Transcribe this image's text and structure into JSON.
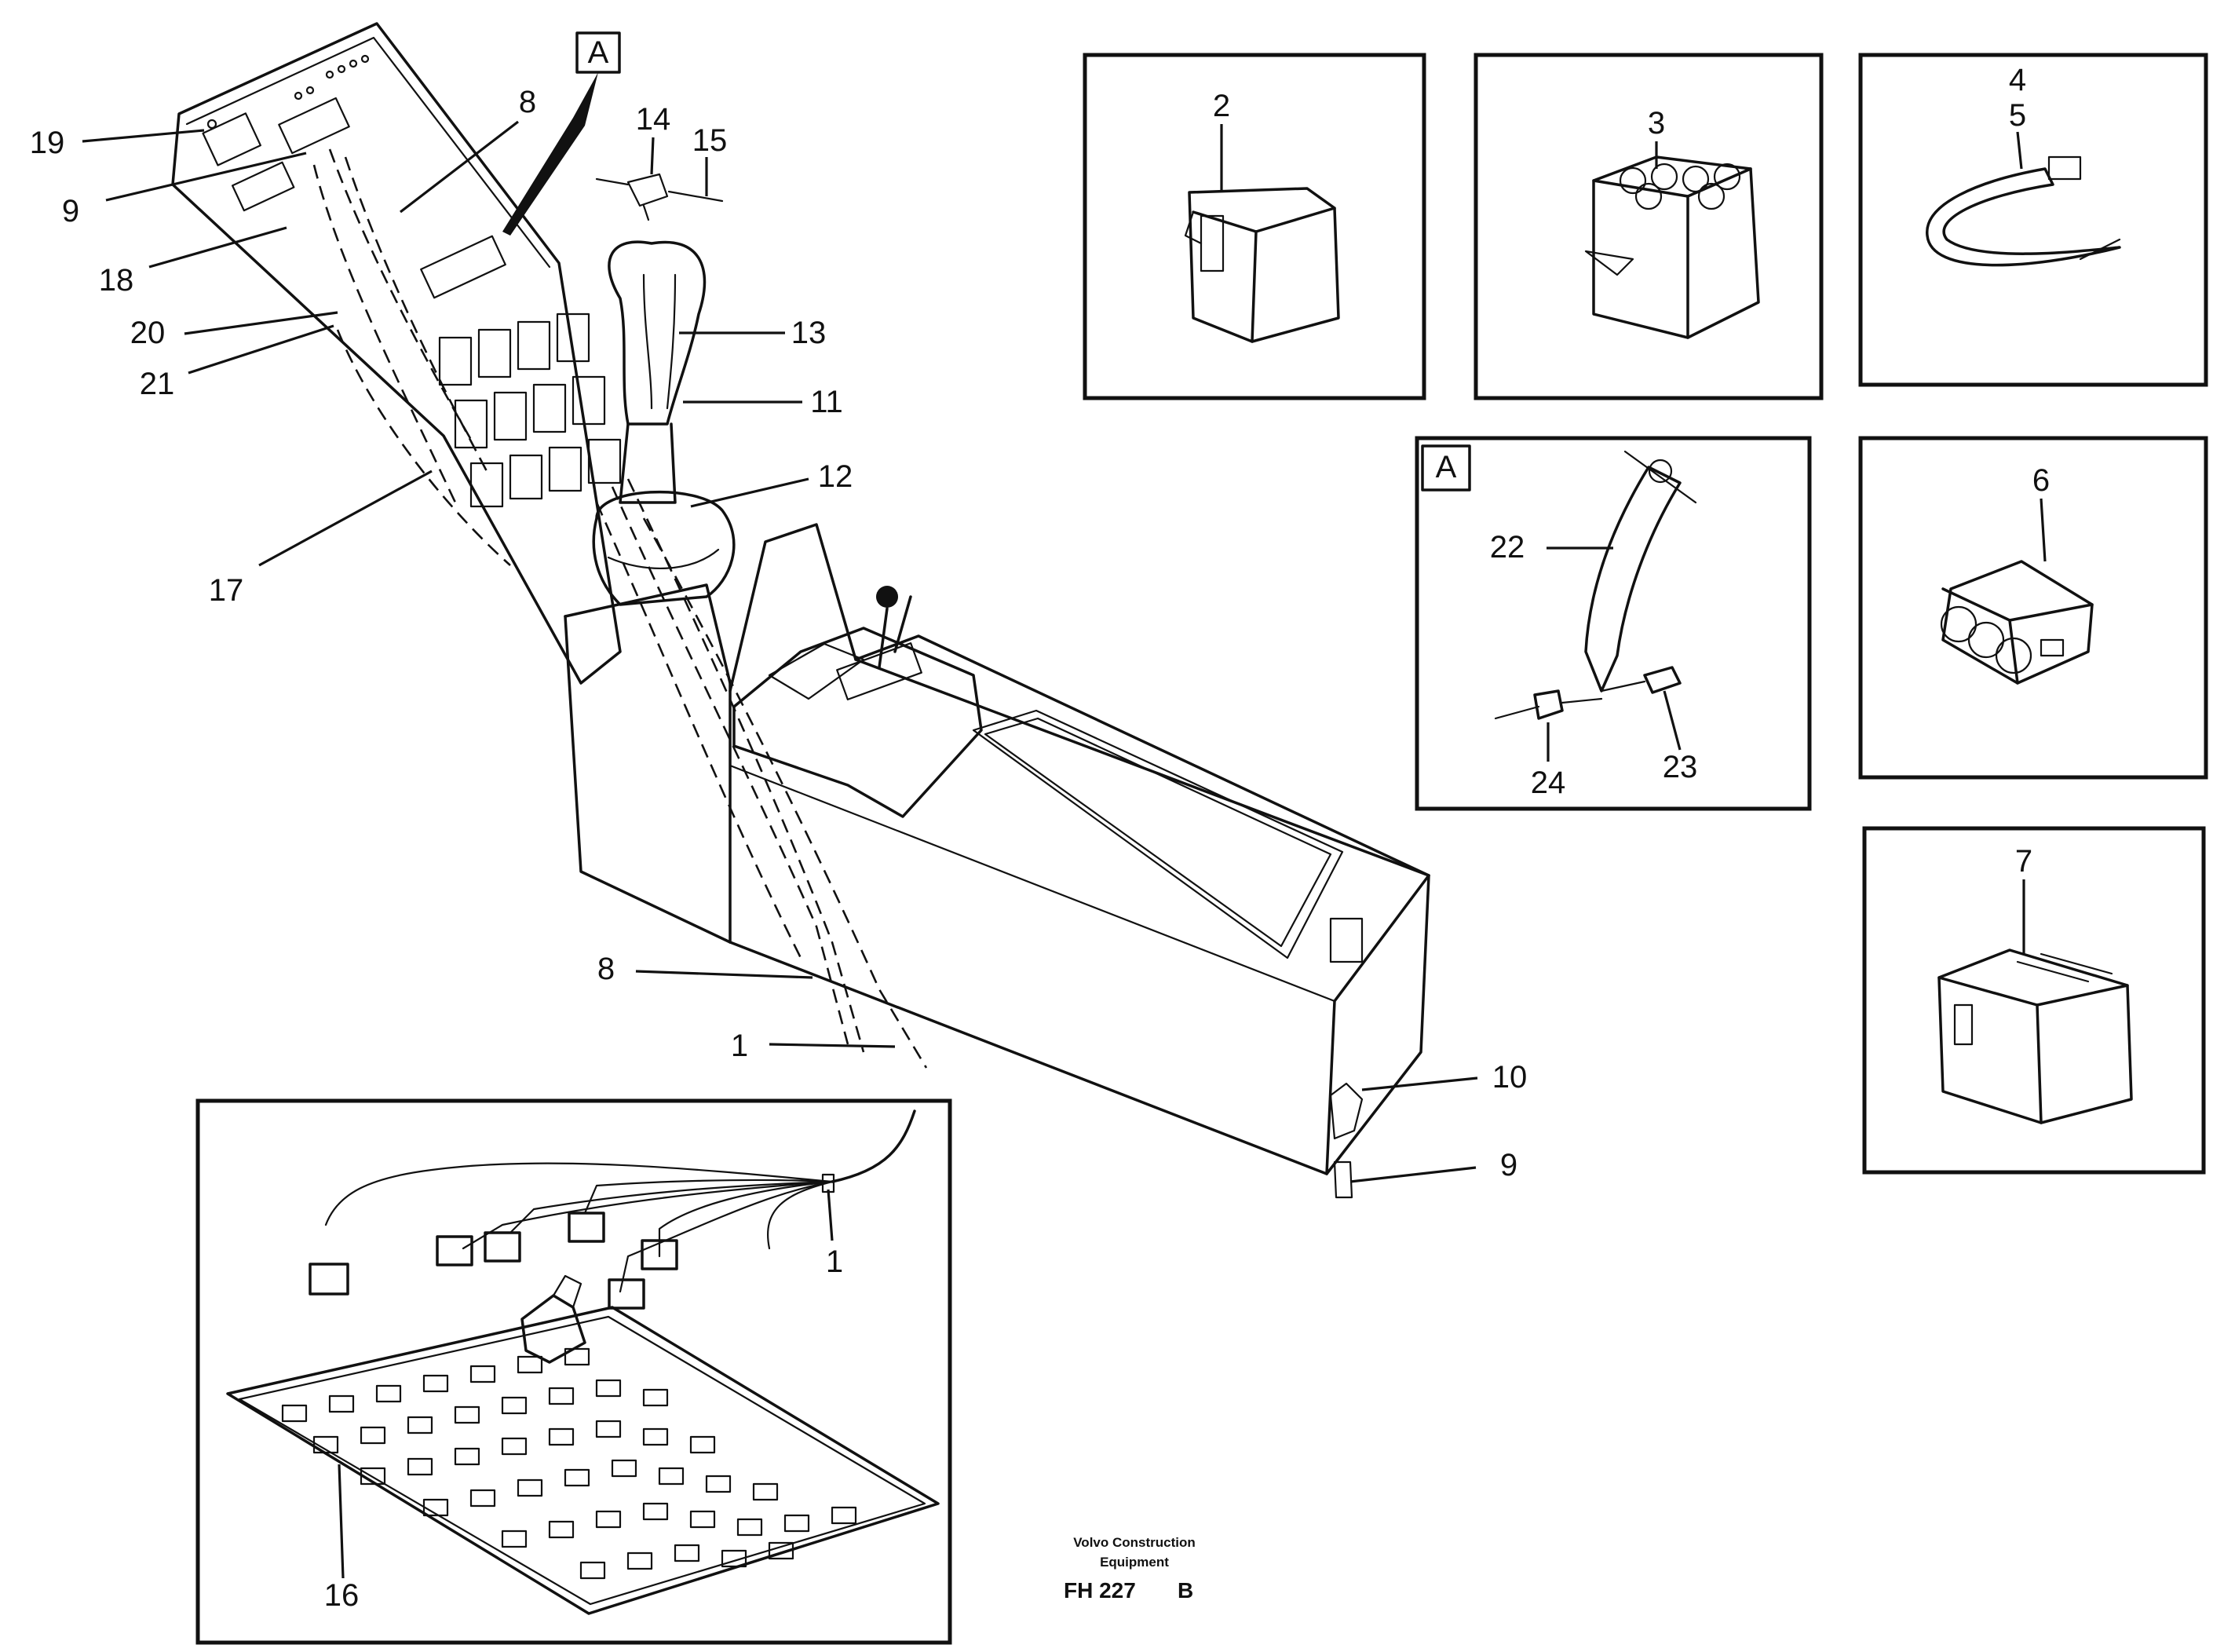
{
  "callouts": {
    "c19": "19",
    "c9a": "9",
    "c18": "18",
    "c20": "20",
    "c21": "21",
    "c17": "17",
    "c8a": "8",
    "c14": "14",
    "c15": "15",
    "c13": "13",
    "c11": "11",
    "c12": "12",
    "c8b": "8",
    "c1a": "1",
    "c10": "10",
    "c9b": "9",
    "c1b": "1",
    "c16": "16",
    "c2": "2",
    "c3": "3",
    "c4": "4",
    "c5": "5",
    "c6": "6",
    "c7": "7",
    "c22": "22",
    "c23": "23",
    "c24": "24"
  },
  "detail_marker": "A",
  "detail_box_marker": "A",
  "footer": {
    "company_line1": "Volvo Construction",
    "company_line2": "Equipment",
    "drawing_code": "FH 227",
    "revision": "B"
  }
}
